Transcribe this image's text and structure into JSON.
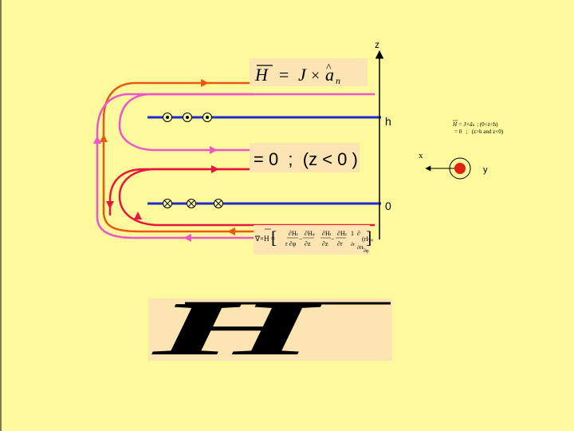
{
  "axes": {
    "z_label": "z",
    "h_label": "h",
    "zero_label": "0",
    "x_label": "x",
    "y_label": "y"
  },
  "equations": {
    "main_lhs": "H",
    "main_op": "=",
    "main_J": "J",
    "main_times": "×",
    "main_a": "a",
    "main_sub": "n",
    "zero_text": "= 0  ;  (z < 0 )",
    "small_line1": "H = J×â",
    "small_line1_sub": "n",
    "small_line1_cond": "; (0<z<h)",
    "small_line2": "= 0   ;   (z>h and z<0)",
    "curl_prefix": "∇×H =",
    "curl_term1_top_a": "∂H",
    "curl_term1_sub_a": "z",
    "curl_term1_top_b": "∂H",
    "curl_term1_sub_b": "φ",
    "curl_term1_bot_a": "r ∂φ",
    "curl_term1_bot_b": "∂z",
    "curl_term2_top_a": "∂H",
    "curl_term2_sub_a": "r",
    "curl_term2_top_b": "∂H",
    "curl_term2_sub_b": "z",
    "curl_term2_bot_a": "∂z",
    "curl_term2_bot_b": "∂r",
    "curl_term3_pre": "1",
    "curl_term3_top_a": "∂",
    "curl_term3_mid_a": "(rH",
    "curl_term3_sub_a": "φ",
    "curl_term3_top_b": "∂H",
    "curl_term3_sub_b": "r",
    "curl_term3_bot_a": "∂r",
    "curl_term3_bot_b": "∂φ",
    "big_H": "H"
  },
  "colors": {
    "background": "#fdf99c",
    "equation_box": "#fce5b2",
    "sheet_line": "#1f2cc8",
    "pink_field": "#ee55cc",
    "red_field": "#e8163c",
    "orange_field": "#e85a10",
    "current_dot": "#e02010"
  }
}
